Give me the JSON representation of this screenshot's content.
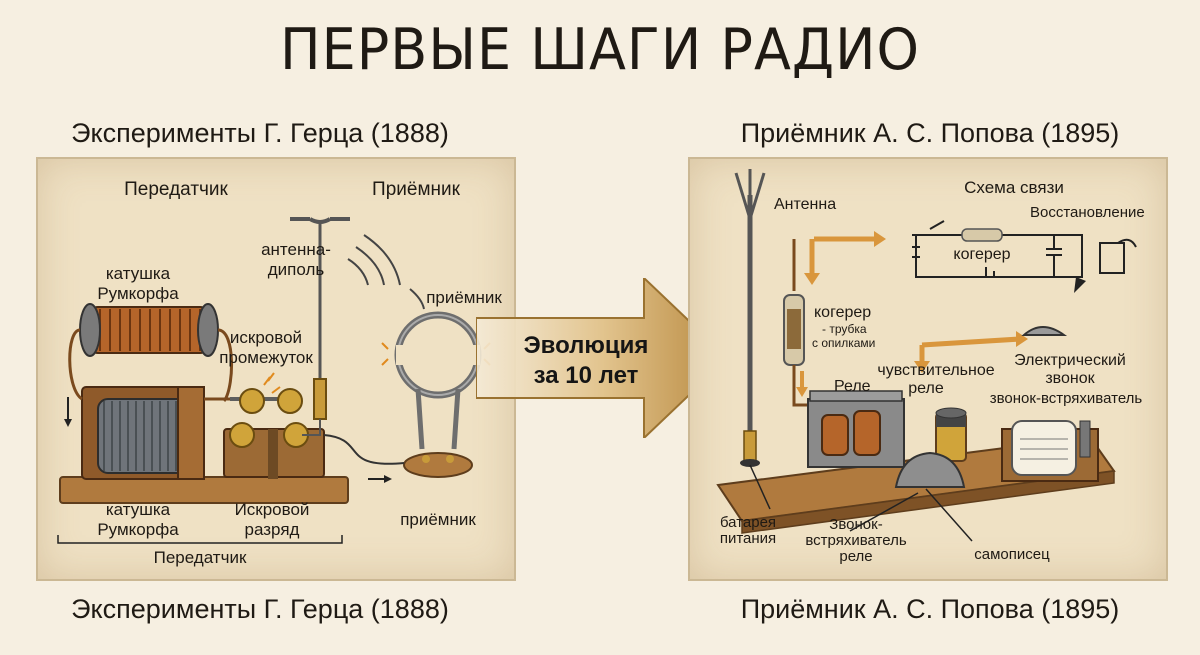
{
  "title": "ПЕРВЫЕ ШАГИ РАДИО",
  "left": {
    "heading_top": "Эксперименты Г. Герца (1888)",
    "heading_bottom": "Эксперименты Г. Герца (1888)",
    "labels": {
      "transmitter_top": "Передатчик",
      "receiver_top": "Приёмник",
      "antenna_line1": "антенна-",
      "antenna_line2": "диполь",
      "receiver_ring": "приёмник",
      "coil_top_line1": "катушка",
      "coil_top_line2": "Румкорфа",
      "spark_gap_line1": "искровой",
      "spark_gap_line2": "промежуток",
      "coil_bottom_line1": "катушка",
      "coil_bottom_line2": "Румкорфа",
      "spark_discharge_line1": "Искровой",
      "spark_discharge_line2": "разряд",
      "receiver_bottom": "приёмник",
      "transmitter_bottom": "Передатчик"
    }
  },
  "arrow": {
    "line1": "Эволюция",
    "line2": "за 10 лет",
    "color": "#b8893f"
  },
  "right": {
    "heading_top": "Приёмник А. С. Попова (1895)",
    "heading_bottom": "Приёмник А. С. Попова (1895)",
    "labels": {
      "antenna": "Антенна",
      "scheme": "Схема связи",
      "restore": "Восстановление",
      "coherer_scheme": "когерер",
      "coherer_line1": "когерер",
      "coherer_line2": "- трубка",
      "coherer_line3": "с опилками",
      "relay": "Реле",
      "sensitive_relay_line1": "чувствительное",
      "sensitive_relay_line2": "реле",
      "electric_bell_line1": "Электрический",
      "electric_bell_line2": "звонок",
      "bell_shaker": "звонок-встряхиватель",
      "battery_line1": "батарея",
      "battery_line2": "питания",
      "bell_relay_line1": "Звонок-",
      "bell_relay_line2": "встряхиватель",
      "bell_relay_line3": "реле",
      "recorder": "самописец"
    }
  }
}
